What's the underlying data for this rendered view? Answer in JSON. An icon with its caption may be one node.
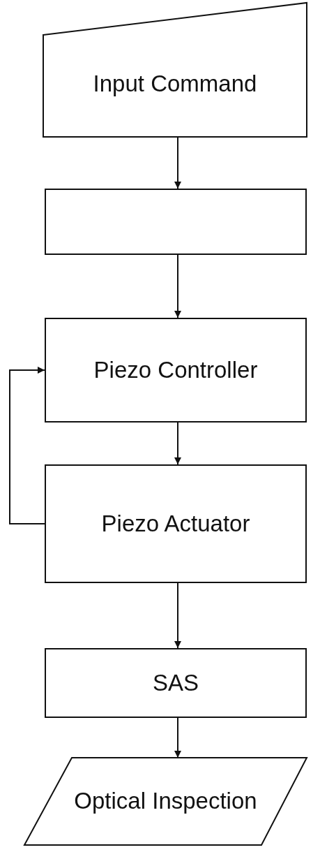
{
  "diagram": {
    "nodes": [
      {
        "text": [
          "Input Command"
        ]
      },
      {
        "text": [],
        "shape": "box"
      },
      {
        "text": [
          "Piezo Controller"
        ]
      },
      {
        "text": [
          "Piezo Actuator"
        ]
      },
      {
        "text": [
          "SAS"
        ]
      },
      {
        "text": [
          "Optical Inspection"
        ]
      }
    ],
    "edges": [
      {
        "from": 0,
        "to": 1,
        "arrow": "to"
      },
      {
        "from": 1,
        "to": 2,
        "arrow": "to"
      },
      {
        "from": 2,
        "to": 3,
        "arrow": "to"
      },
      {
        "from": 3,
        "to": 2,
        "arrow": "to"
      },
      {
        "from": 3,
        "to": 4,
        "arrow": "to"
      },
      {
        "from": 4,
        "to": 5,
        "arrow": "to"
      }
    ]
  }
}
